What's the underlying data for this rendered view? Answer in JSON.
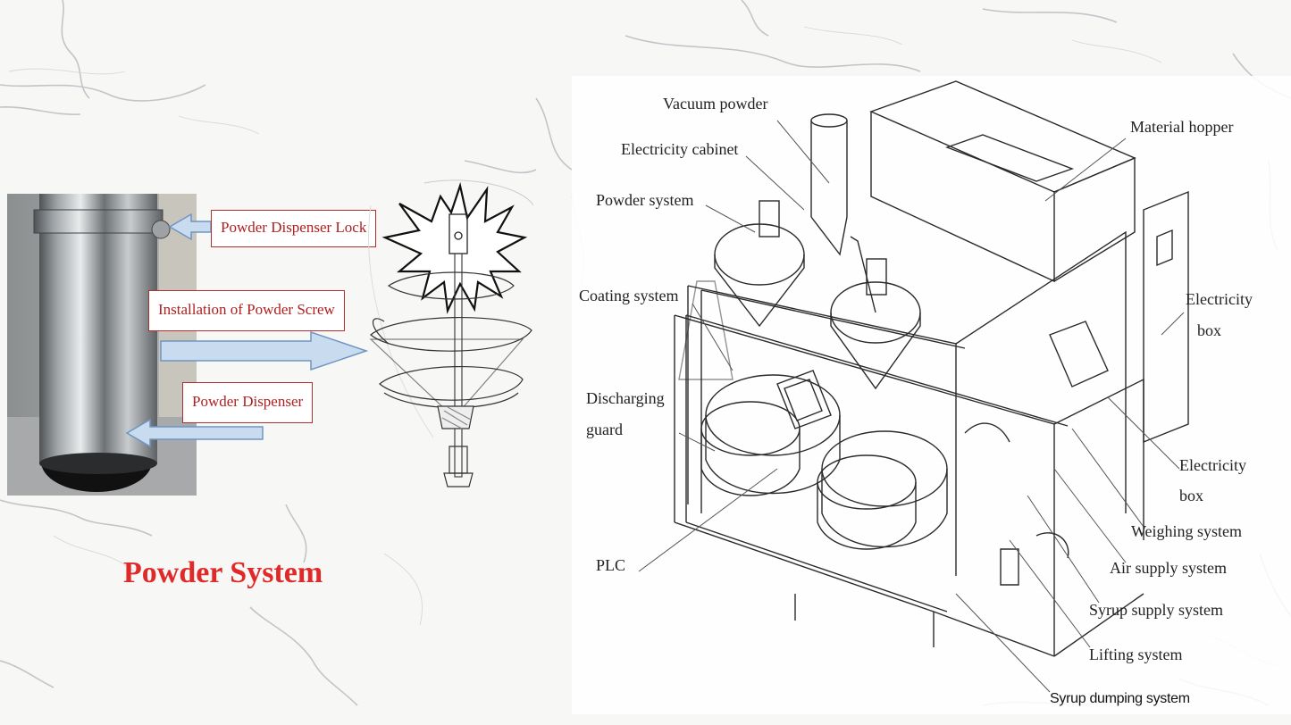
{
  "left_panel": {
    "callouts": {
      "dispenser_lock": "Powder Dispenser Lock",
      "installation_screw": "Installation of Powder Screw",
      "dispenser": "Powder Dispenser"
    },
    "title": "Powder System",
    "colors": {
      "title": "#e02a2a",
      "callout_border": "#b03030",
      "arrow_fill": "#c9dcef",
      "arrow_stroke": "#6f95c3"
    }
  },
  "right_panel": {
    "labels": {
      "vacuum_powder": "Vacuum powder",
      "electricity_cabinet": "Electricity cabinet",
      "powder_system": "Powder system",
      "material_hopper": "Material hopper",
      "coating_system": "Coating system",
      "electricity_box_1_line1": "Electricity",
      "electricity_box_1_line2": "box",
      "discharging_guard_line1": "Discharging",
      "discharging_guard_line2": "guard",
      "electricity_box_2_line1": "Electricity",
      "electricity_box_2_line2": "box",
      "weighing_system": "Weighing system",
      "plc": "PLC",
      "air_supply_system": "Air supply system",
      "syrup_supply_system": "Syrup supply system",
      "lifting_system": "Lifting system",
      "syrup_dumping_system": "Syrup dumping system"
    }
  }
}
